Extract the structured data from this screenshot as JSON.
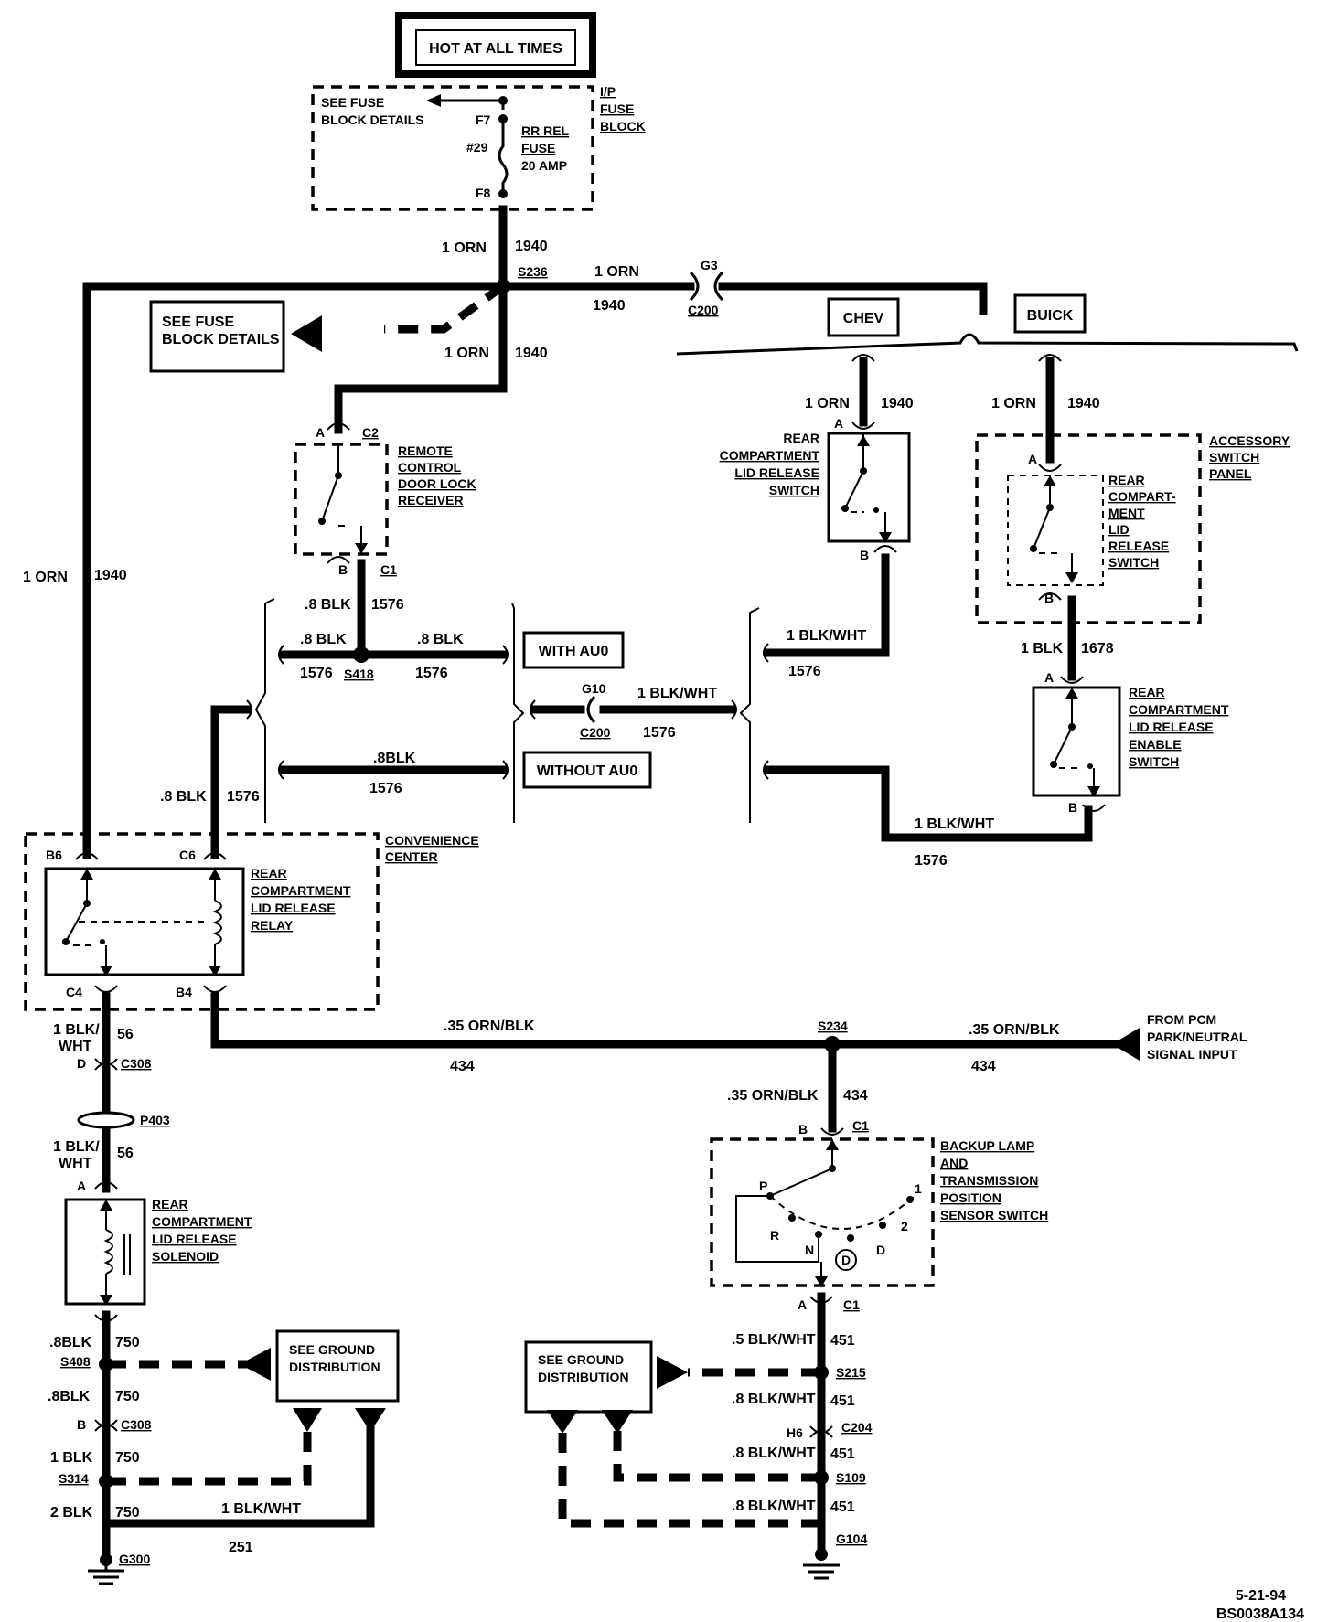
{
  "header_box": "HOT AT ALL TIMES",
  "fuse_block": {
    "see_details": [
      "SEE FUSE",
      "BLOCK DETAILS"
    ],
    "label": [
      "I/P",
      "FUSE",
      "BLOCK"
    ],
    "f7": "F7",
    "f8": "F8",
    "fuse_num": "#29",
    "fuse_name": [
      "RR REL",
      "FUSE",
      "20 AMP"
    ]
  },
  "wires": {
    "orn_1": "1 ORN",
    "c1940": "1940",
    "s236": "S236",
    "g3": "G3",
    "c200": "C200",
    "see_fuse_left": [
      "SEE FUSE",
      "BLOCK DETAILS"
    ],
    "chev": "CHEV",
    "buick": "BUICK"
  },
  "remote_receiver": {
    "a": "A",
    "c2": "C2",
    "b": "B",
    "c1": "C1",
    "label": [
      "REMOTE",
      "CONTROL",
      "DOOR LOCK",
      "RECEIVER"
    ]
  },
  "splice_s418": {
    "blk_08": ".8 BLK",
    "c1576": "1576",
    "s418": "S418",
    "with_au0": "WITH AU0",
    "without_au0": "WITHOUT AU0",
    "blk_08b": ".8BLK"
  },
  "g10_block": {
    "g10": "G10",
    "c200": "C200",
    "blk_wht": "1 BLK/WHT",
    "c1576": "1576"
  },
  "chev_switch": {
    "a": "A",
    "b": "B",
    "label": [
      "REAR",
      "COMPARTMENT",
      "LID RELEASE",
      "SWITCH"
    ]
  },
  "buick_panel": {
    "a": "A",
    "b": "B",
    "label": [
      "REAR",
      "COMPART-",
      "MENT",
      "LID",
      "RELEASE",
      "SWITCH"
    ],
    "panel_label": [
      "ACCESSORY",
      "SWITCH",
      "PANEL"
    ],
    "blk_1": "1 BLK",
    "c1678": "1678"
  },
  "enable_switch": {
    "a": "A",
    "b": "B",
    "label": [
      "REAR",
      "COMPARTMENT",
      "LID RELEASE",
      "ENABLE",
      "SWITCH"
    ]
  },
  "convenience": {
    "label": [
      "CONVENIENCE",
      "CENTER"
    ],
    "b6": "B6",
    "c6": "C6",
    "c4": "C4",
    "b4": "B4",
    "relay": [
      "REAR",
      "COMPARTMENT",
      "LID RELEASE",
      "RELAY"
    ]
  },
  "pcm_line": {
    "orn_blk": ".35 ORN/BLK",
    "c434": "434",
    "s234": "S234",
    "from_pcm": [
      "FROM PCM",
      "PARK/NEUTRAL",
      "SIGNAL INPUT"
    ]
  },
  "solenoid_side": {
    "blk_wht": [
      "1 BLK/",
      "WHT"
    ],
    "c56": "56",
    "d": "D",
    "c308": "C308",
    "p403": "P403",
    "a": "A",
    "label": [
      "REAR",
      "COMPARTMENT",
      "LID RELEASE",
      "SOLENOID"
    ],
    "blk08": ".8BLK",
    "c750": "750",
    "s408": "S408",
    "b": "B",
    "blk_1": "1 BLK",
    "s314": "S314",
    "blk_2": "2 BLK",
    "blk_wht_1": "1 BLK/WHT",
    "c251": "251",
    "g300": "G300",
    "see_ground": [
      "SEE GROUND",
      "DISTRIBUTION"
    ]
  },
  "backup_switch": {
    "b": "B",
    "c1": "C1",
    "a": "A",
    "label": [
      "BACKUP LAMP",
      "AND",
      "TRANSMISSION",
      "POSITION",
      "SENSOR SWITCH"
    ],
    "positions": [
      "P",
      "R",
      "N",
      "D",
      "2",
      "1"
    ],
    "d_circle": "D"
  },
  "right_ground": {
    "blk_wht_5": ".5 BLK/WHT",
    "c451": "451",
    "s215": "S215",
    "blk_wht_8": ".8 BLK/WHT",
    "h6": "H6",
    "c204": "C204",
    "s109": "S109",
    "g104": "G104",
    "see_ground": [
      "SEE GROUND",
      "DISTRIBUTION"
    ]
  },
  "footer": {
    "date": "5-21-94",
    "code": "BS0038A134"
  }
}
